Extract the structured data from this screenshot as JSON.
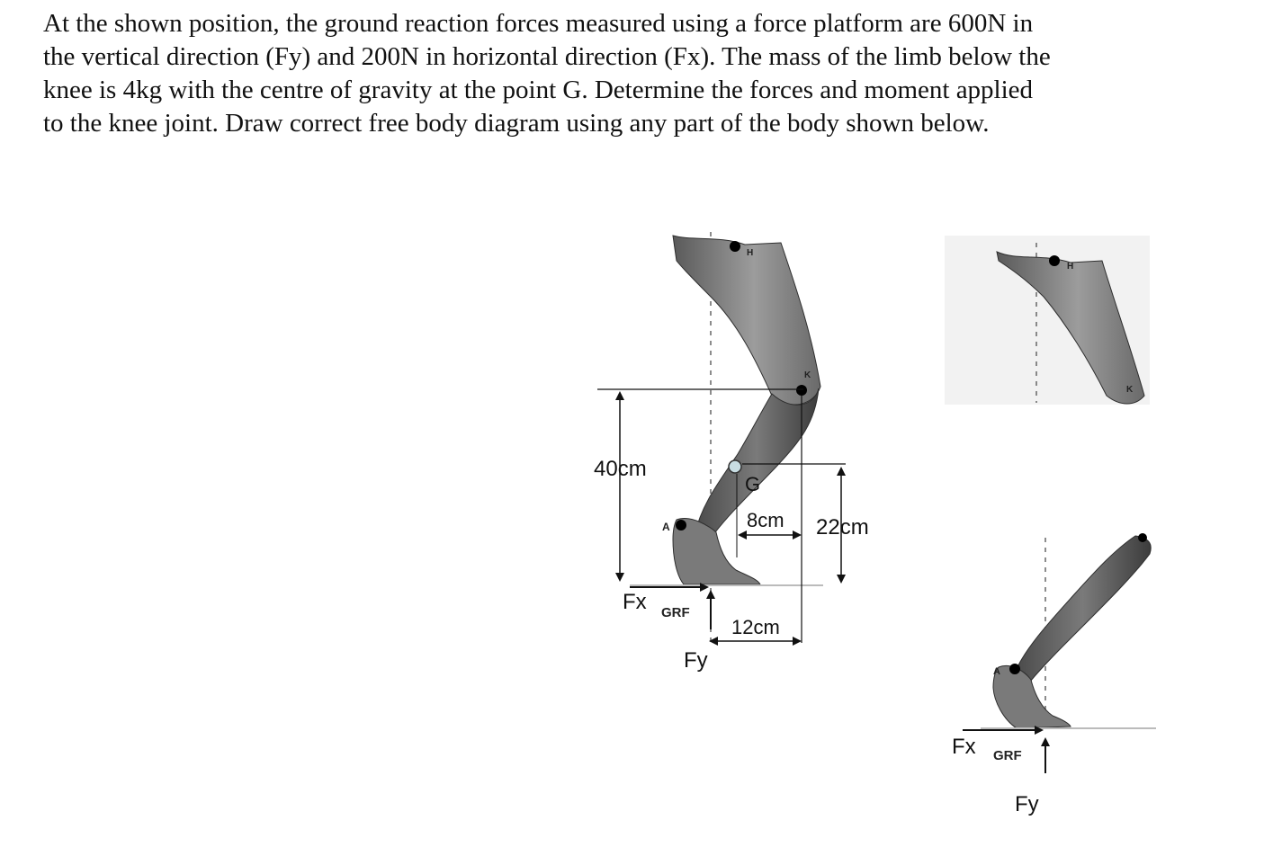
{
  "problem": {
    "lines": [
      "At the shown position, the ground reaction forces measured using a force platform are 600N in",
      "the vertical direction (Fy) and 200N in horizontal direction (Fx).  The mass of the limb below the",
      "knee is 4kg with the centre of gravity at the point G.    Determine the forces and moment applied",
      "to the knee joint.  Draw correct free body diagram using any part of the body shown below."
    ]
  },
  "main_figure": {
    "hip_label": "H",
    "knee_label": "K",
    "ankle_label": "A",
    "cog_label": "G",
    "dim_40": "40cm",
    "dim_8": "8cm",
    "dim_22": "22cm",
    "dim_12": "12cm",
    "fx_label": "Fx",
    "fy_label": "Fy",
    "grf_label": "GRF"
  },
  "thigh_figure": {
    "hip_label": "H",
    "knee_label": "K"
  },
  "shank_figure": {
    "ankle_label": "A",
    "fx_label": "Fx",
    "fy_label": "Fy",
    "grf_label": "GRF"
  },
  "colors": {
    "limb_fill": "#6b6b6b",
    "limb_dark": "#3e3e3e",
    "limb_light": "#9a9a9a",
    "line": "#111111",
    "ground": "#bbbbbb",
    "cog_marker": "#c8dde3"
  }
}
